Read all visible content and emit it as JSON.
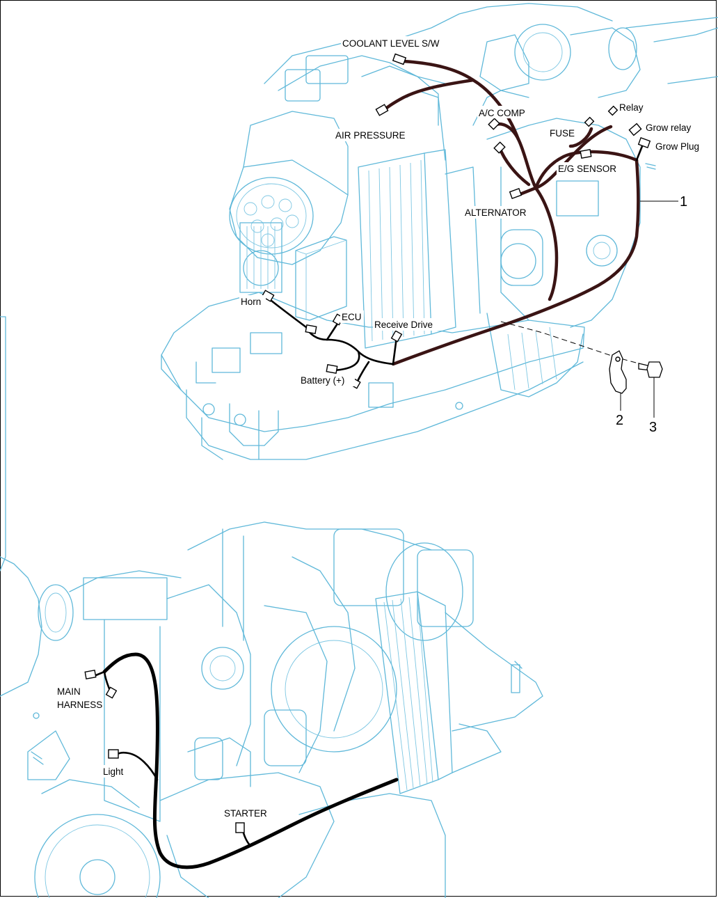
{
  "diagram": {
    "upper_labels": {
      "coolant_level": "COOLANT LEVEL S/W",
      "air_pressure": "AIR PRESSURE",
      "ac_comp": "A/C COMP",
      "relay": "Relay",
      "fuse": "FUSE",
      "grow_relay": "Grow relay",
      "grow_plug": "Grow Plug",
      "eg_sensor": "E/G SENSOR",
      "alternator": "ALTERNATOR",
      "horn": "Horn",
      "ecu": "ECU",
      "receive_drive": "Receive Drive",
      "battery": "Battery (+)"
    },
    "lower_labels": {
      "main_harness_line1": "MAIN",
      "main_harness_line2": "HARNESS",
      "light": "Light",
      "starter": "STARTER"
    },
    "part_numbers": {
      "harness": "1",
      "clip": "2",
      "bolt": "3"
    },
    "colors": {
      "engine_outline": "#5fb8d9",
      "harness_upper": "#3a1414",
      "harness_lower": "#000000"
    }
  }
}
